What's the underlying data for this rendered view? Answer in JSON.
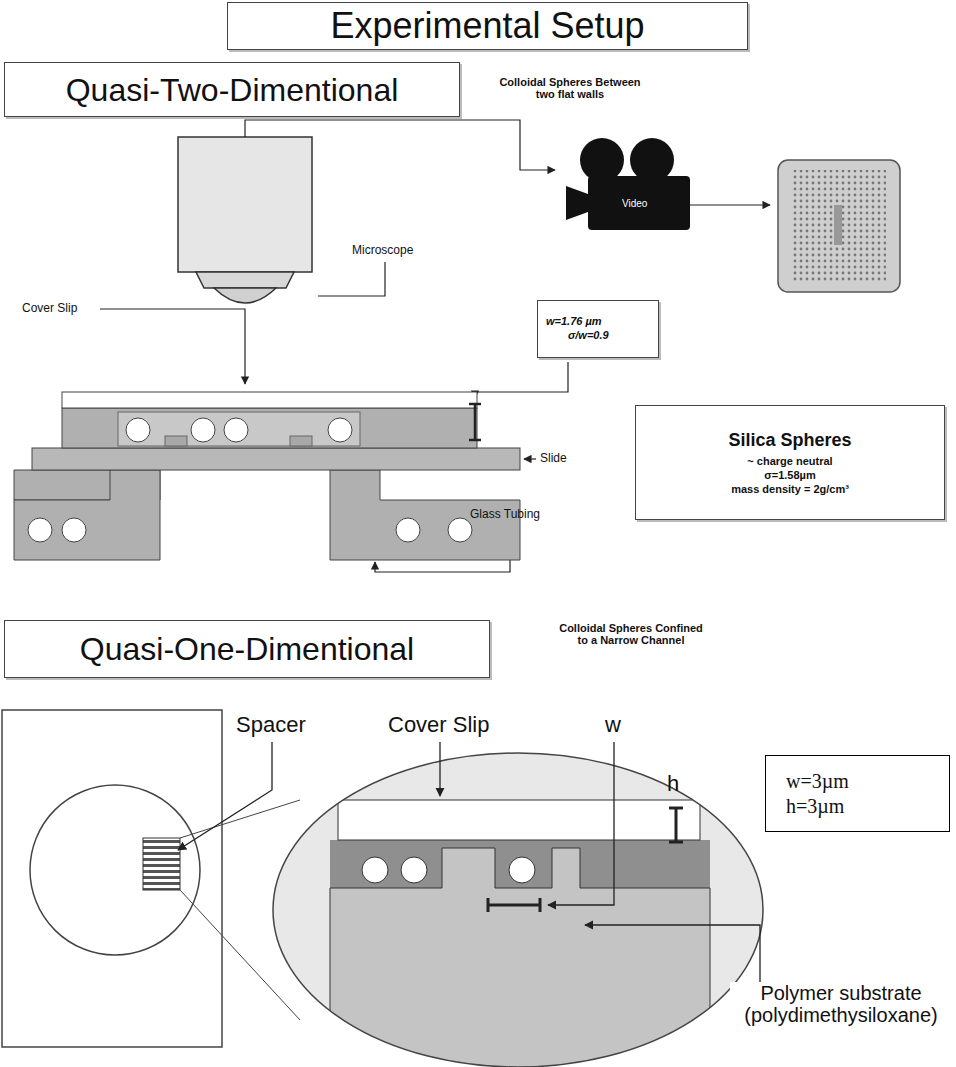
{
  "diagram": {
    "title": "Experimental Setup",
    "nodes": [
      {
        "text": [
          "Quasi-Two-Dimentional"
        ]
      },
      {
        "text": [
          "w=1.76 µm",
          "σ/w=0.9"
        ]
      },
      {
        "text": [
          "Silica Spheres",
          "~ charge neutral",
          "σ=1.58µm",
          "mass density = 2g/cm³"
        ]
      },
      {
        "text": [
          "Quasi-One-Dimentional"
        ]
      },
      {
        "text": [
          "w=3µm",
          "h=3µm"
        ]
      }
    ],
    "labels": [
      "Colloidal Spheres Between two flat walls",
      "Microscope",
      "Video",
      "Cover Slip",
      "Slide",
      "Glass Tubing",
      "Colloidal Spheres Confined to a Narrow Channel",
      "Spacer",
      "Cover Slip",
      "w",
      "h",
      "Polymer substrate (polydimethysiloxane)"
    ]
  }
}
